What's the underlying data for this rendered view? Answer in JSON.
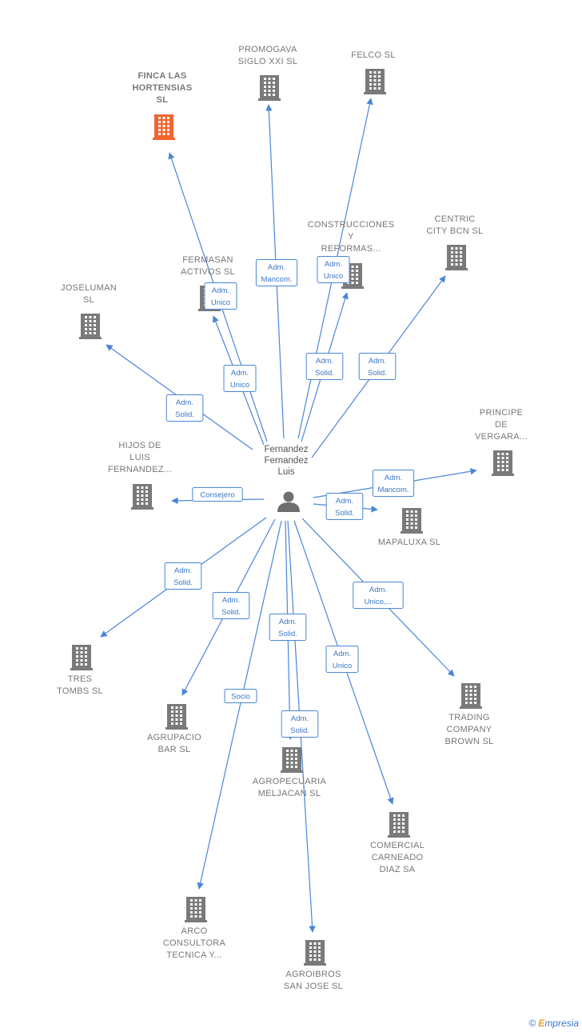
{
  "center": {
    "name_lines": [
      "Fernandez",
      "Fernandez",
      "Luis"
    ],
    "icon": "person-icon"
  },
  "companies": [
    {
      "id": "finca",
      "lines": [
        "FINCA LAS",
        "HORTENSIAS",
        "SL"
      ],
      "highlight": true,
      "icon": "building-icon"
    },
    {
      "id": "promogava",
      "lines": [
        "PROMOGAVA",
        "SIGLO XXI  SL"
      ],
      "icon": "building-icon"
    },
    {
      "id": "felco",
      "lines": [
        "FELCO SL"
      ],
      "icon": "building-icon"
    },
    {
      "id": "construcciones",
      "lines": [
        "CONSTRUCCIONES",
        "Y",
        "REFORMAS..."
      ],
      "icon": "building-icon"
    },
    {
      "id": "centric",
      "lines": [
        "CENTRIC",
        "CITY BCN  SL"
      ],
      "icon": "building-icon"
    },
    {
      "id": "fermasan",
      "lines": [
        "FERMASAN",
        "ACTIVOS SL"
      ],
      "icon": "building-icon"
    },
    {
      "id": "joseluman",
      "lines": [
        "JOSELUMAN",
        "SL"
      ],
      "icon": "building-icon"
    },
    {
      "id": "hijos",
      "lines": [
        "HIJOS DE",
        "LUIS",
        "FERNANDEZ..."
      ],
      "icon": "building-icon"
    },
    {
      "id": "principe",
      "lines": [
        "PRINCIPE",
        "DE",
        "VERGARA..."
      ],
      "icon": "building-icon"
    },
    {
      "id": "mapaluxa",
      "lines": [
        "MAPALUXA  SL"
      ],
      "icon": "building-icon"
    },
    {
      "id": "tres",
      "lines": [
        "TRES",
        "TOMBS SL"
      ],
      "icon": "building-icon"
    },
    {
      "id": "agrupacio",
      "lines": [
        "AGRUPACIO",
        "BAR  SL"
      ],
      "icon": "building-icon"
    },
    {
      "id": "agropecuaria",
      "lines": [
        "AGROPECUARIA",
        "MELJACAN  SL"
      ],
      "icon": "building-icon"
    },
    {
      "id": "trading",
      "lines": [
        "TRADING",
        "COMPANY",
        "BROWN  SL"
      ],
      "icon": "building-icon"
    },
    {
      "id": "comercial",
      "lines": [
        "COMERCIAL",
        "CARNEADO",
        "DIAZ SA"
      ],
      "icon": "building-icon"
    },
    {
      "id": "arco",
      "lines": [
        "ARCO",
        "CONSULTORA",
        "TECNICA Y..."
      ],
      "icon": "building-icon"
    },
    {
      "id": "agroibros",
      "lines": [
        "AGROIBROS",
        "SAN JOSE  SL"
      ],
      "icon": "building-icon"
    }
  ],
  "relations": [
    {
      "target": "finca",
      "lines": [
        "Adm.",
        "Unico"
      ]
    },
    {
      "target": "promogava",
      "lines": [
        "Adm.",
        "Mancom."
      ]
    },
    {
      "target": "felco",
      "lines": [
        "Adm.",
        "Unico"
      ]
    },
    {
      "target": "construcciones",
      "lines": [
        "Adm.",
        "Solid."
      ]
    },
    {
      "target": "centric",
      "lines": [
        "Adm.",
        "Solid."
      ]
    },
    {
      "target": "fermasan",
      "lines": [
        "Adm.",
        "Unico"
      ]
    },
    {
      "target": "joseluman",
      "lines": [
        "Adm.",
        "Solid."
      ]
    },
    {
      "target": "hijos",
      "lines": [
        "Consejero"
      ]
    },
    {
      "target": "principe",
      "lines": [
        "Adm.",
        "Mancom."
      ]
    },
    {
      "target": "mapaluxa",
      "lines": [
        "Adm.",
        "Solid."
      ]
    },
    {
      "target": "tres",
      "lines": [
        "Adm.",
        "Solid."
      ]
    },
    {
      "target": "agrupacio",
      "lines": [
        "Adm.",
        "Solid."
      ]
    },
    {
      "target": "agropecuaria",
      "lines": [
        "Adm.",
        "Solid."
      ]
    },
    {
      "target": "agroibros",
      "lines": [
        "Adm.",
        "Solid."
      ]
    },
    {
      "target": "trading",
      "lines": [
        "Adm.",
        "Unico,..."
      ]
    },
    {
      "target": "comercial",
      "lines": [
        "Adm.",
        "Unico"
      ]
    },
    {
      "target": "arco",
      "lines": [
        "Socio"
      ]
    }
  ],
  "colors": {
    "edge": "#4a86d8",
    "building": "#7a7a7a",
    "highlight_building": "#f26530",
    "label": "#777777"
  },
  "footer": {
    "copyright_symbol": "©",
    "brand_first": "E",
    "brand_rest": "mpresia"
  }
}
